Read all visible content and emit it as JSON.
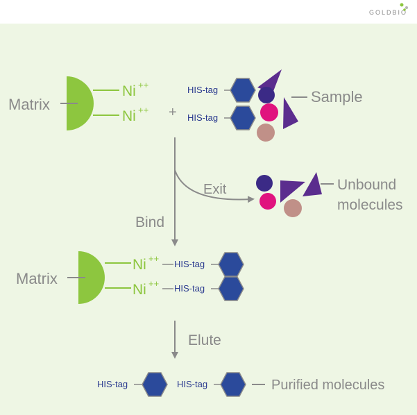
{
  "logo": {
    "text": "GOLDBIO",
    "dot_colors": [
      "#8dc63f",
      "#b5b5b5"
    ]
  },
  "colors": {
    "background": "#eef6e4",
    "matrix_green": "#8dc63f",
    "hexagon_blue": "#2b4a9b",
    "circle_navy": "#3b2a86",
    "circle_magenta": "#e0137e",
    "circle_rosy": "#c09088",
    "triangle_purple": "#5b2d8e",
    "line_gray": "#8a8a8a"
  },
  "top": {
    "matrix": "Matrix",
    "ni_1": "Ni",
    "ni_2": "Ni",
    "charge": "++",
    "plus": "+",
    "his_1": "HIS-tag",
    "his_2": "HIS-tag",
    "sample": "Sample"
  },
  "flow": {
    "exit": "Exit",
    "bind": "Bind",
    "elute": "Elute"
  },
  "unbound": {
    "line1": "Unbound",
    "line2": "molecules"
  },
  "middle": {
    "matrix": "Matrix",
    "ni_1": "Ni",
    "ni_2": "Ni",
    "charge": "++",
    "his_1": "HIS-tag",
    "his_2": "HIS-tag"
  },
  "bottom": {
    "his_1": "HIS-tag",
    "his_2": "HIS-tag",
    "label": "Purified molecules"
  }
}
